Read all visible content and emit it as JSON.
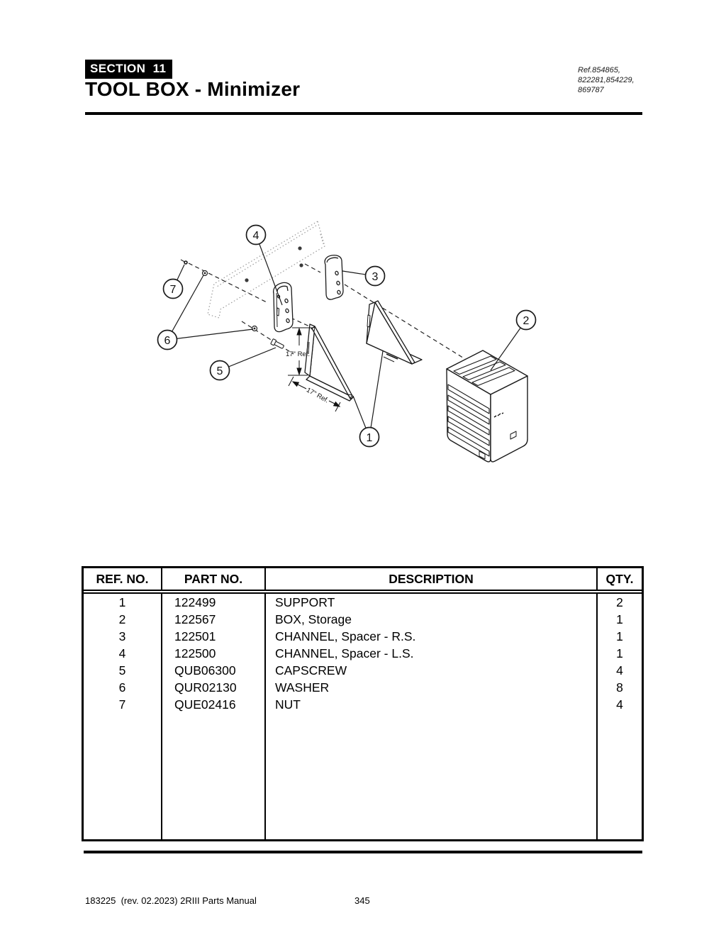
{
  "header": {
    "section_label": "SECTION  11",
    "title": "TOOL BOX - Minimizer",
    "ref_lines": [
      "Ref.854865,",
      "822281,854229,",
      "869787"
    ]
  },
  "diagram": {
    "callouts": [
      "1",
      "2",
      "3",
      "4",
      "5",
      "6",
      "7"
    ],
    "dim_vertical": "17\" Ref.",
    "dim_diagonal": "17\" Ref."
  },
  "table": {
    "headers": [
      "REF. NO.",
      "PART NO.",
      "DESCRIPTION",
      "QTY."
    ],
    "rows": [
      {
        "ref": "1",
        "part": "122499",
        "desc": "SUPPORT",
        "qty": "2"
      },
      {
        "ref": "2",
        "part": "122567",
        "desc": "BOX, Storage",
        "qty": "1"
      },
      {
        "ref": "3",
        "part": "122501",
        "desc": "CHANNEL, Spacer - R.S.",
        "qty": "1"
      },
      {
        "ref": "4",
        "part": "122500",
        "desc": "CHANNEL, Spacer - L.S.",
        "qty": "1"
      },
      {
        "ref": "5",
        "part": "QUB06300",
        "desc": "CAPSCREW",
        "qty": "4"
      },
      {
        "ref": "6",
        "part": "QUR02130",
        "desc": "WASHER",
        "qty": "8"
      },
      {
        "ref": "7",
        "part": "QUE02416",
        "desc": "NUT",
        "qty": "4"
      }
    ]
  },
  "footer": {
    "left_text": "183225  (rev. 02.2023) 2RIII Parts Manual",
    "page_number": "345"
  }
}
